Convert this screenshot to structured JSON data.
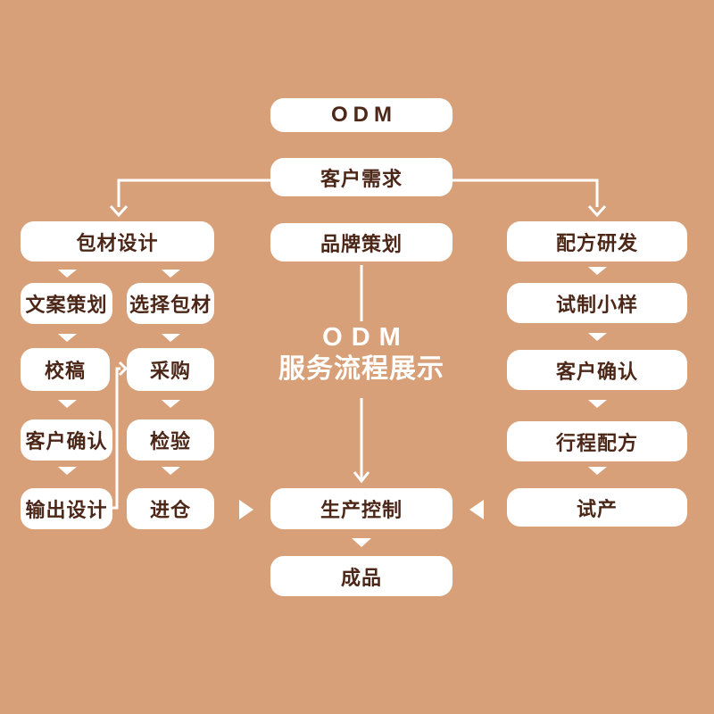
{
  "colors": {
    "background": "#d8a079",
    "node_background": "#ffffff",
    "node_text": "#4c2718",
    "connector": "#ffffff",
    "title_text": "#ffffff"
  },
  "title": {
    "line1": "ODM",
    "line2": "服务流程展示"
  },
  "nodes": {
    "odm": "ODM",
    "customer_needs": "客户需求",
    "packaging_design": "包材设计",
    "copywriting": "文案策划",
    "select_packaging": "选择包材",
    "proofreading": "校稿",
    "purchasing": "采购",
    "customer_confirm_left": "客户确认",
    "inspection": "检验",
    "output_design": "输出设计",
    "warehousing": "进仓",
    "brand_planning": "品牌策划",
    "production_control": "生产控制",
    "finished_product": "成品",
    "formula_rd": "配方研发",
    "trial_sample": "试制小样",
    "customer_confirm_right": "客户确认",
    "schedule_formula": "行程配方",
    "trial_production": "试产"
  }
}
